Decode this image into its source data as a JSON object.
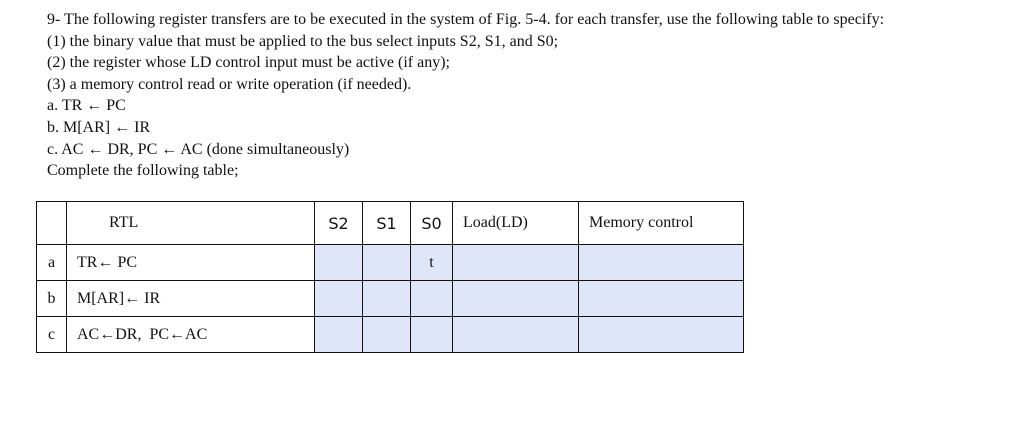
{
  "question": {
    "lines": [
      "9- The following register transfers are to be executed in the system of Fig. 5-4. for each transfer, use the following table to specify:",
      "(1) the binary value that must be applied to the bus select inputs S2, S1, and S0;",
      "(2) the register whose LD control input must be active (if any);",
      "(3) a memory control read or write operation (if needed).",
      "a. TR ← PC",
      "b. M[AR] ← IR",
      "c. AC ← DR, PC ← AC (done simultaneously)",
      "Complete the following table;"
    ]
  },
  "table": {
    "headers": {
      "rtl": "RTL",
      "s2": "S2",
      "s1": "S1",
      "s0": "S0",
      "load": "Load(LD)",
      "memory": "Memory control"
    },
    "rows": [
      {
        "letter": "a",
        "rtl": "TR← PC",
        "s2": "",
        "s1": "",
        "s0": "t",
        "load": "",
        "memory": ""
      },
      {
        "letter": "b",
        "rtl": "M[AR]← IR",
        "s2": "",
        "s1": "",
        "s0": "",
        "load": "",
        "memory": ""
      },
      {
        "letter": "c",
        "rtl": "AC←DR,  PC←AC",
        "s2": "",
        "s1": "",
        "s0": "",
        "load": "",
        "memory": ""
      }
    ],
    "cell_fill_color": "#dfe6fa"
  }
}
